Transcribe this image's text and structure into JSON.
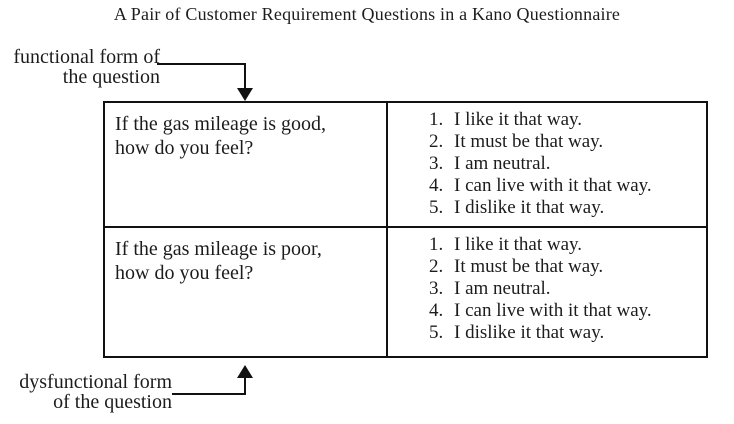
{
  "title": "A Pair of Customer Requirement Questions in a Kano Questionnaire",
  "annotations": {
    "functional": {
      "line1": "functional form of",
      "line2": "the question"
    },
    "dysfunctional": {
      "line1": "dysfunctional form",
      "line2": "of the question"
    }
  },
  "colors": {
    "text": "#1c1c1c",
    "line": "#111111",
    "background": "#ffffff"
  },
  "table": {
    "rows": [
      {
        "question_line1": "If the gas mileage is good,",
        "question_line2": "how do you feel?",
        "answers": [
          {
            "num": "1.",
            "text": "I like it that way."
          },
          {
            "num": "2.",
            "text": "It must be that way."
          },
          {
            "num": "3.",
            "text": "I am neutral."
          },
          {
            "num": "4.",
            "text": "I can live with it that way."
          },
          {
            "num": "5.",
            "text": "I dislike it that way."
          }
        ]
      },
      {
        "question_line1": "If the gas mileage is poor,",
        "question_line2": "how do you feel?",
        "answers": [
          {
            "num": "1.",
            "text": "I like it that way."
          },
          {
            "num": "2.",
            "text": "It must be that way."
          },
          {
            "num": "3.",
            "text": "I am neutral."
          },
          {
            "num": "4.",
            "text": "I can live with it that way."
          },
          {
            "num": "5.",
            "text": "I dislike it that way."
          }
        ]
      }
    ]
  }
}
